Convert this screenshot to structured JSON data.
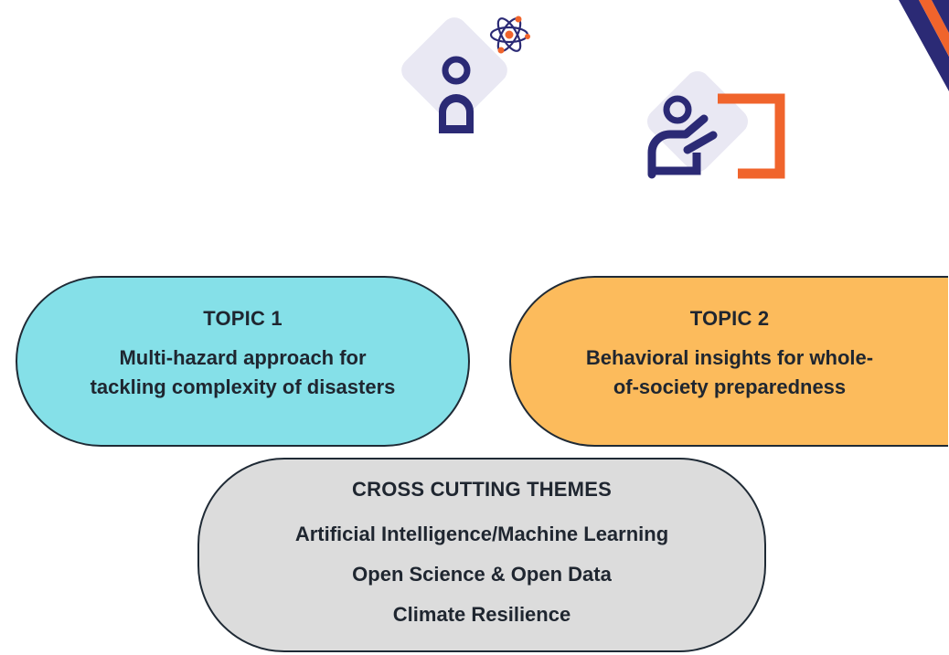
{
  "colors": {
    "topic1_fill": "#85e0e8",
    "topic2_fill": "#fcbb5c",
    "cross_fill": "#dcdcdc",
    "icon_navy": "#2b2a75",
    "icon_orange": "#f0642c",
    "icon_bg": "#e9e8f3",
    "outline": "#1f2a35"
  },
  "icons": {
    "scientist": "person-with-atom-icon",
    "presenter": "person-presenting-board-icon",
    "corner": "corner-stripes-decoration"
  },
  "topic1": {
    "title": "TOPIC 1",
    "body": "Multi-hazard approach for\ntackling complexity of disasters"
  },
  "topic2": {
    "title": "TOPIC 2",
    "body": "Behavioral insights for whole-\nof-society preparedness"
  },
  "cross": {
    "title": "CROSS CUTTING THEMES",
    "themes": [
      "Artificial Intelligence/Machine Learning",
      "Open Science & Open Data",
      "Climate Resilience"
    ]
  }
}
